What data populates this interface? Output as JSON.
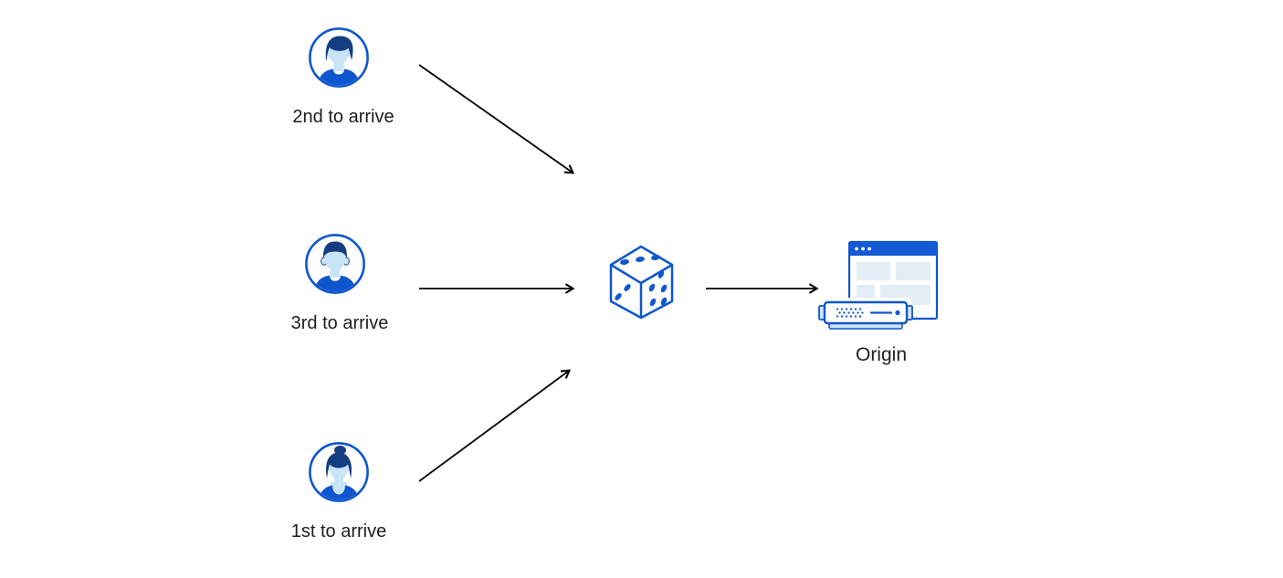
{
  "diagram": {
    "background_color": "#ffffff",
    "colors": {
      "primary_blue": "#0e56cd",
      "browser_header_blue": "#1459d5",
      "dark_hair_blue": "#153d82",
      "light_face_blue": "#c9e4f6",
      "pale_content_blue": "#e3edf6",
      "arrow_black": "#000000",
      "label_text": "#1d1d1f"
    },
    "nodes": {
      "visitor_second": {
        "label": "2nd to arrive",
        "icon": "user-avatar-man-swept-hair-icon"
      },
      "visitor_third": {
        "label": "3rd to arrive",
        "icon": "user-avatar-man-flat-top-icon"
      },
      "visitor_first": {
        "label": "1st to arrive",
        "icon": "user-avatar-woman-bun-icon"
      },
      "selector": {
        "icon": "dice-icon"
      },
      "origin": {
        "label": "Origin",
        "icon": "origin-server-browser-icon"
      }
    },
    "edges": [
      {
        "from": "visitor_second",
        "to": "selector"
      },
      {
        "from": "visitor_third",
        "to": "selector"
      },
      {
        "from": "visitor_first",
        "to": "selector"
      },
      {
        "from": "selector",
        "to": "origin"
      }
    ]
  }
}
